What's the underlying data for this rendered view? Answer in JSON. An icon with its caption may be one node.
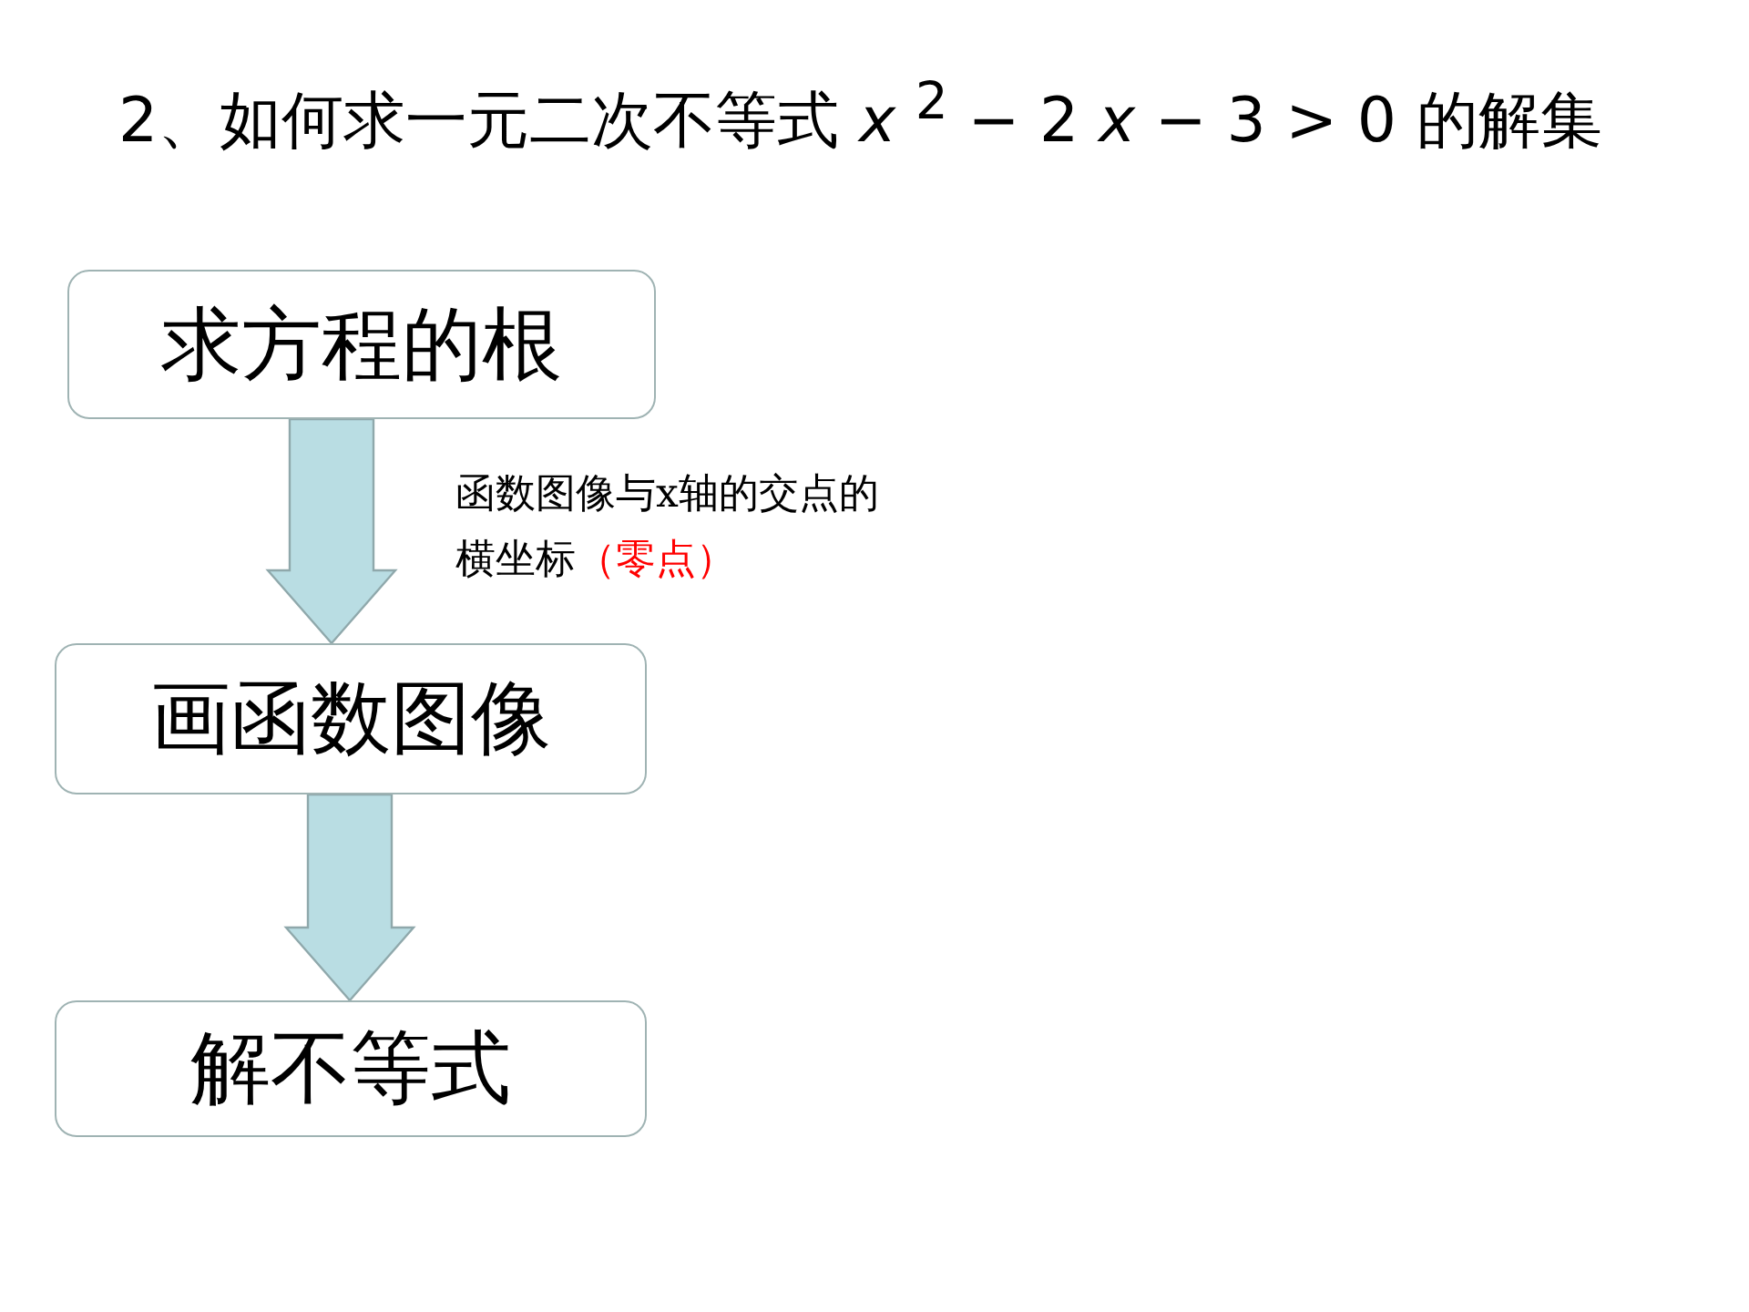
{
  "diagram": {
    "title": "2、如何求一元二次不等式 *x* $^{2}$ − 2 *x* − 3 > 0 的解集",
    "nodes": [
      {
        "text": [
          "求方程的根"
        ]
      },
      {
        "text": [
          "画函数图像"
        ]
      },
      {
        "text": [
          "解不等式"
        ]
      }
    ],
    "edges": [
      {
        "from": 0,
        "to": 1,
        "arrow": "to",
        "label": "函数图像与x轴的交点的横坐标"
      },
      {
        "from": 1,
        "to": 2,
        "arrow": "to"
      }
    ],
    "labels": [
      "（零点）"
    ]
  }
}
